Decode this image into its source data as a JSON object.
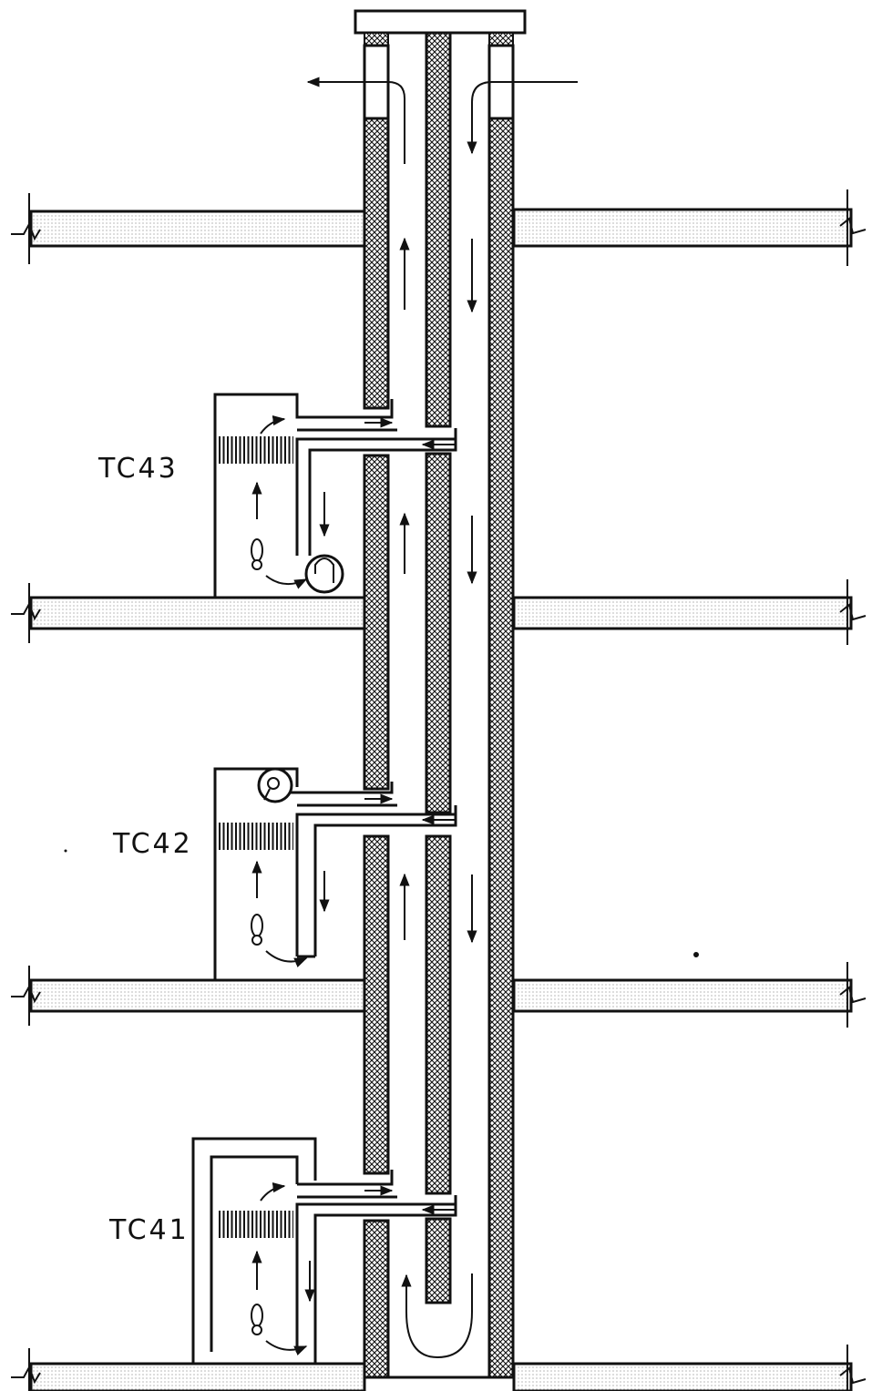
{
  "units": [
    {
      "label": "TC43"
    },
    {
      "label": "TC42"
    },
    {
      "label": "TC41"
    }
  ],
  "colors": {
    "line": "#111111",
    "slab": "#f1f1f1",
    "background": "#ffffff"
  }
}
